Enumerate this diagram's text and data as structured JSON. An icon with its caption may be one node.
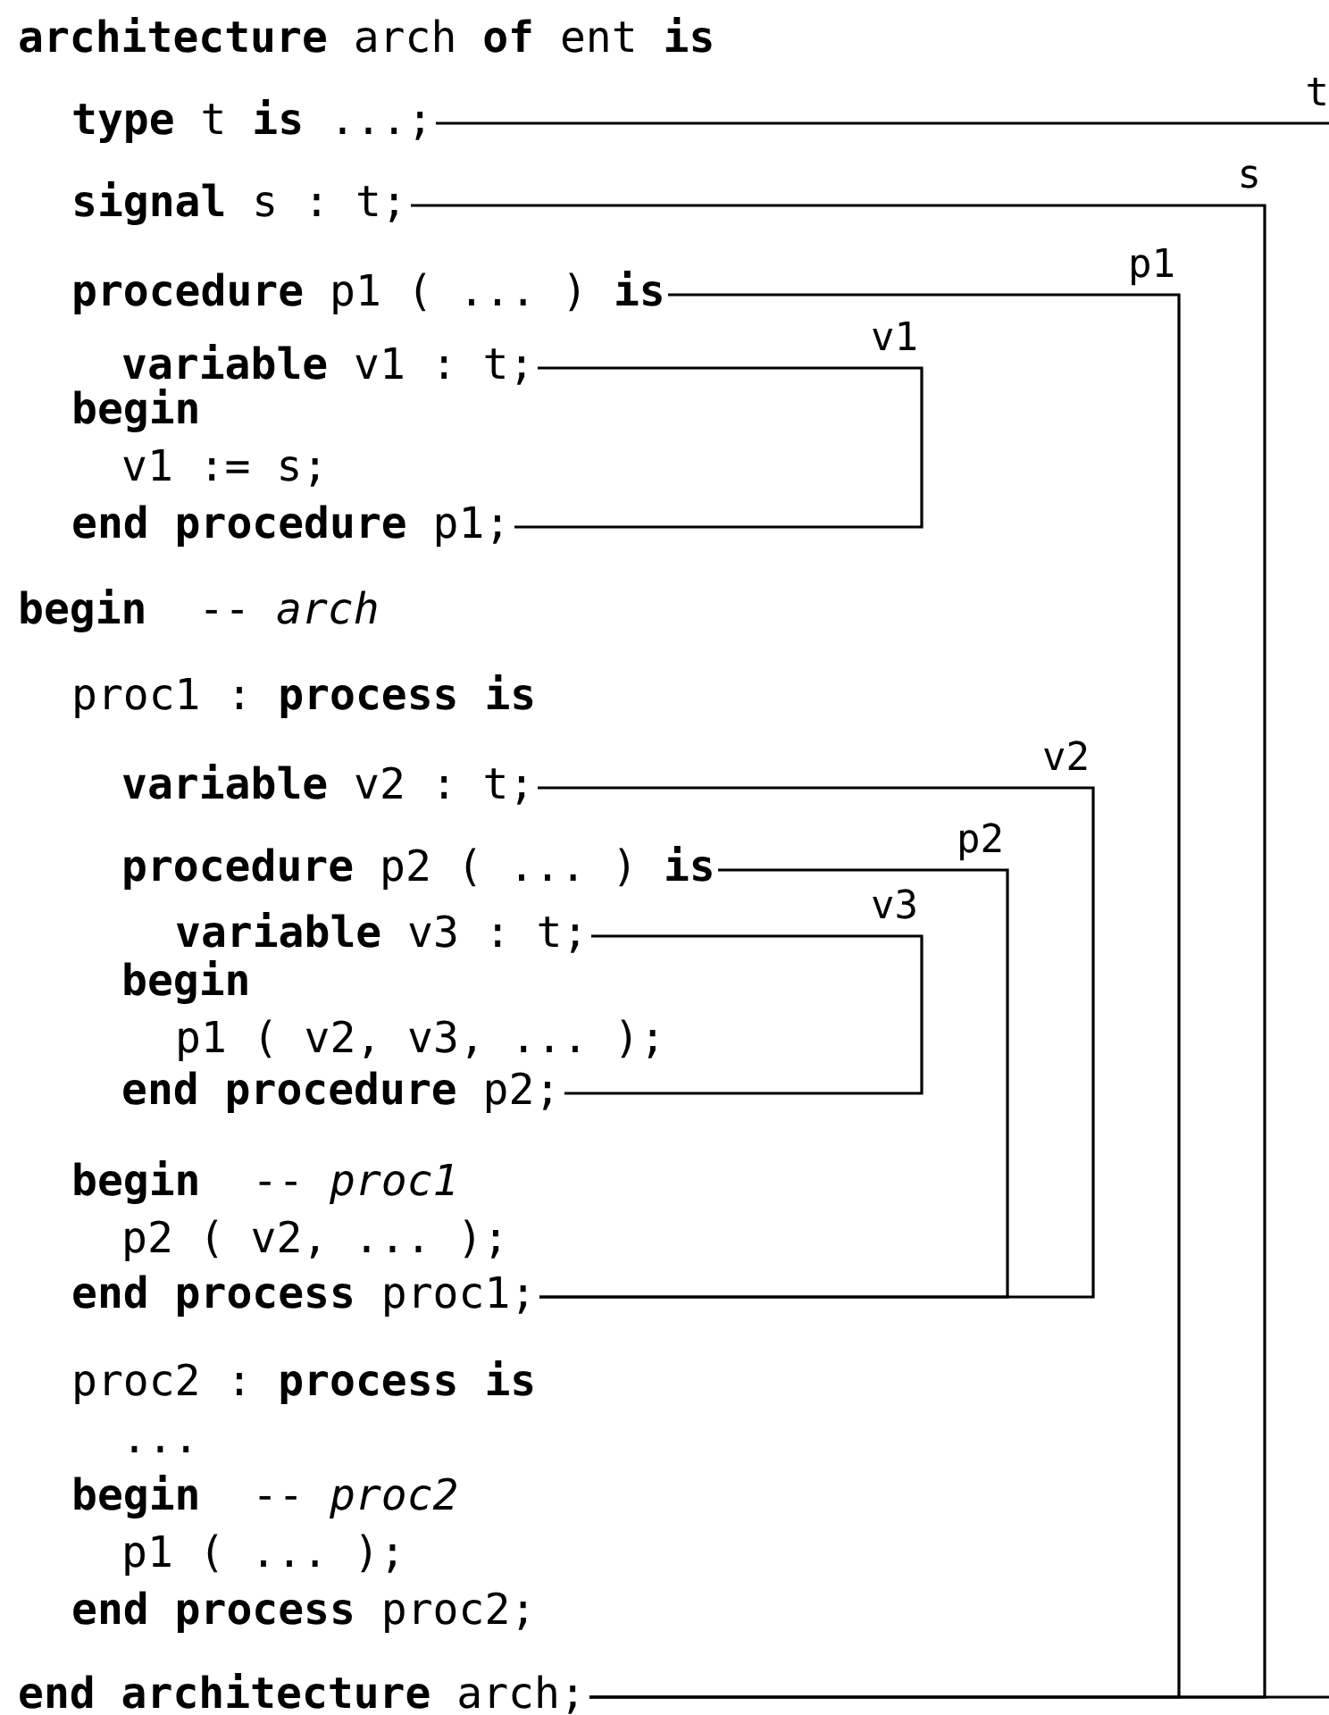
{
  "diagram": {
    "nodes": [
      {
        "text": [
          "**type** t **is** ...;"
        ]
      },
      {
        "text": [
          "**signal** s : t;"
        ]
      },
      {
        "text": [
          "**procedure** p1 ( ... ) **is**"
        ]
      },
      {
        "text": [
          "**variable** v1 : t;"
        ]
      },
      {
        "text": [
          "**end procedure** p1;"
        ]
      },
      {
        "text": [
          "**variable** v2 : t;"
        ]
      },
      {
        "text": [
          "**procedure** p2 ( ... ) **is**"
        ]
      },
      {
        "text": [
          "**variable** v3 : t;"
        ]
      },
      {
        "text": [
          "**end procedure** p2;"
        ]
      },
      {
        "text": [
          "**end process** proc1;"
        ]
      },
      {
        "text": [
          "**end architecture** arch;"
        ]
      }
    ],
    "edges": [
      {
        "from": 0,
        "to": 10,
        "arrow": "none",
        "label": "t"
      },
      {
        "from": 1,
        "to": 10,
        "arrow": "none",
        "label": "s"
      },
      {
        "from": 2,
        "to": 10,
        "arrow": "none",
        "label": "p1"
      },
      {
        "from": 3,
        "to": 4,
        "arrow": "none",
        "label": "v1"
      },
      {
        "from": 5,
        "to": 9,
        "arrow": "none",
        "label": "v2"
      },
      {
        "from": 6,
        "to": 9,
        "arrow": "none",
        "label": "p2"
      },
      {
        "from": 7,
        "to": 8,
        "arrow": "none",
        "label": "v3"
      }
    ],
    "labels": [
      "**architecture** arch **of** ent **is**",
      "begin",
      "v1 := s;",
      "**begin**  -- *arch*",
      "proc1 : **process is**",
      "begin",
      "p1 ( v2, v3, ... );",
      "**begin**  -- *proc1*",
      "p2 ( v2, ... );",
      "proc2 : **process is**",
      "...",
      "**begin**  -- *proc2*",
      "p1 ( ... );",
      "**end process** proc2;"
    ]
  }
}
